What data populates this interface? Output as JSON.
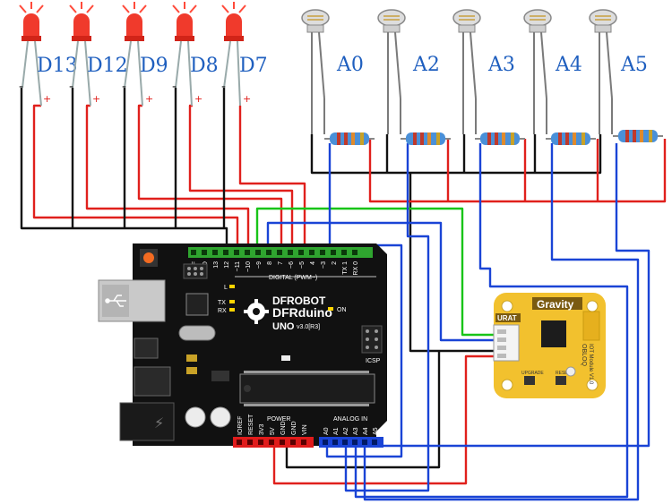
{
  "leds": [
    {
      "label": "D13"
    },
    {
      "label": "D12"
    },
    {
      "label": "D9"
    },
    {
      "label": "D8"
    },
    {
      "label": "D7"
    }
  ],
  "led_polarity": {
    "minus": "-",
    "plus": "+"
  },
  "photoresistors": [
    {
      "label": "A0"
    },
    {
      "label": "A2"
    },
    {
      "label": "A3"
    },
    {
      "label": "A4"
    },
    {
      "label": "A5"
    }
  ],
  "board": {
    "brand": "DFROBOT",
    "name": "DFRduino",
    "model": "UNO",
    "version": "v3.0[R3]",
    "digital_header_label": "DIGITAL (PWM~)",
    "digital_pins": [
      "AREF",
      "GND",
      "13",
      "12",
      "~11",
      "~10",
      "~9",
      "8",
      "7",
      "~6",
      "~5",
      "4",
      "~3",
      "2",
      "TX 1",
      "RX 0"
    ],
    "power_label": "POWER",
    "power_pins": [
      "IOREF",
      "RESET",
      "3V3",
      "5V",
      "GND",
      "GND",
      "VIN"
    ],
    "analog_label": "ANALOG IN",
    "analog_pins": [
      "A0",
      "A1",
      "A2",
      "A3",
      "A4",
      "A5"
    ],
    "led_labels": [
      "L",
      "TX",
      "RX",
      "ON"
    ],
    "icsp_label": "ICSP"
  },
  "module": {
    "brand": "Gravity",
    "port_label": "URAT",
    "side_text_1": "OBLOQ",
    "side_text_2": "IOT Module V1.0",
    "btn_upgrade": "UPGRADE",
    "btn_reset": "RESET"
  },
  "colors": {
    "wire_red": "#e0201c",
    "wire_black": "#111111",
    "wire_blue": "#1a44d6",
    "wire_green": "#18c418",
    "label_blue": "#1f5fbf",
    "board_black": "#111111",
    "header_green": "#2fa52f",
    "module_yellow": "#f2c12e"
  }
}
